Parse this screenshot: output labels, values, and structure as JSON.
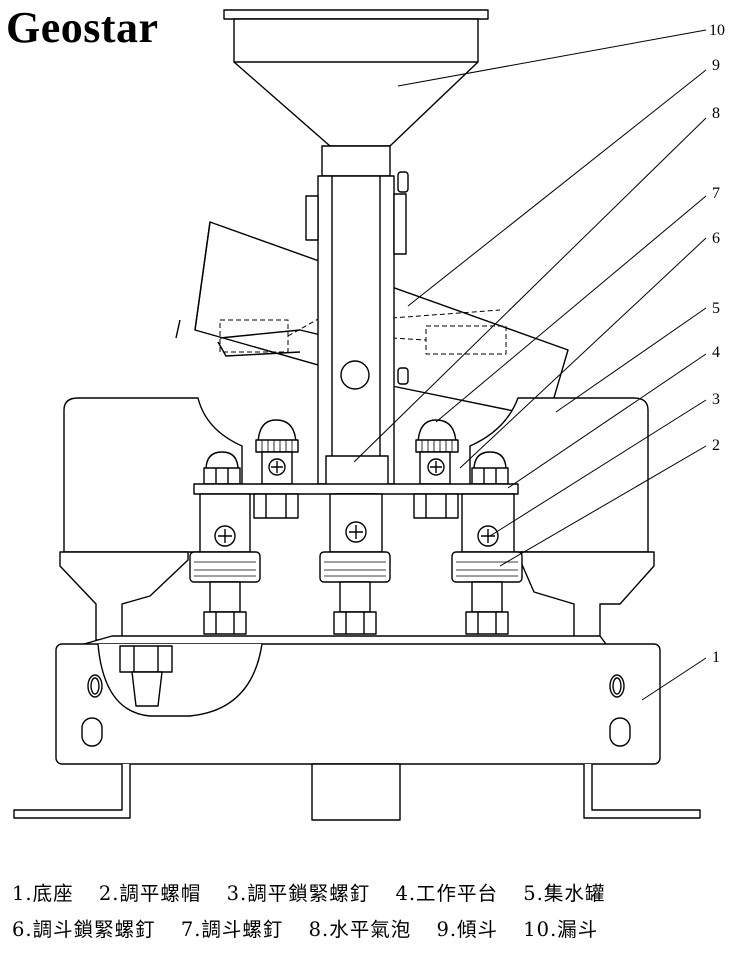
{
  "brand": {
    "name": "Geostar"
  },
  "callouts": [
    "1",
    "2",
    "3",
    "4",
    "5",
    "6",
    "7",
    "8",
    "9",
    "10"
  ],
  "legend": {
    "row1": [
      "1.底座",
      "2.調平螺帽",
      "3.調平鎖緊螺釘",
      "4.工作平台",
      "5.集水罐"
    ],
    "row2": [
      "6.調斗鎖緊螺釘",
      "7.調斗螺釘",
      "8.水平氣泡",
      "9.傾斗",
      "10.漏斗"
    ]
  }
}
